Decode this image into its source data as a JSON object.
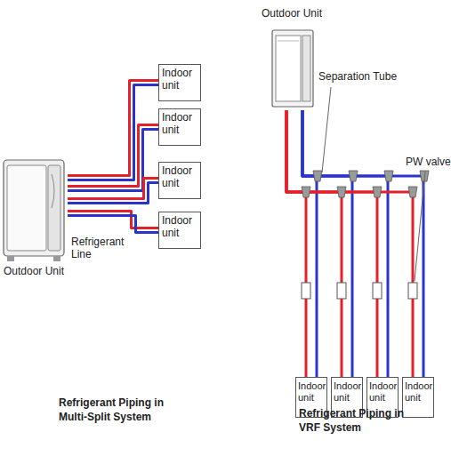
{
  "diagram": {
    "nodes": [
      {
        "text": [
          "Outdoor Unit"
        ]
      },
      {
        "text": [
          "Indoor unit"
        ]
      },
      {
        "text": [
          "Indoor unit"
        ]
      },
      {
        "text": [
          "Indoor unit"
        ]
      },
      {
        "text": [
          "Indoor unit"
        ]
      },
      {
        "text": [
          "Outdoor Unit"
        ]
      },
      {
        "text": [
          "Indoor unit"
        ]
      },
      {
        "text": [
          "Indoor unit"
        ]
      },
      {
        "text": [
          "Indoor unit"
        ]
      },
      {
        "text": [
          "Indoor unit"
        ]
      }
    ],
    "edges": [
      {
        "from": 0,
        "to": 1,
        "arrow": "none"
      },
      {
        "from": 0,
        "to": 2,
        "arrow": "none"
      },
      {
        "from": 0,
        "to": 3,
        "arrow": "none"
      },
      {
        "from": 0,
        "to": 4,
        "arrow": "none"
      },
      {
        "from": 5,
        "to": 6,
        "arrow": "none"
      },
      {
        "from": 5,
        "to": 7,
        "arrow": "none"
      },
      {
        "from": 5,
        "to": 8,
        "arrow": "none"
      },
      {
        "from": 5,
        "to": 9,
        "arrow": "none"
      }
    ],
    "labels": [
      "Refrigerant Line",
      "Separation Tube",
      "PW valve",
      "Refrigerant Piping in Multi-Split System",
      "Refrigerant Piping in VRF System"
    ]
  }
}
